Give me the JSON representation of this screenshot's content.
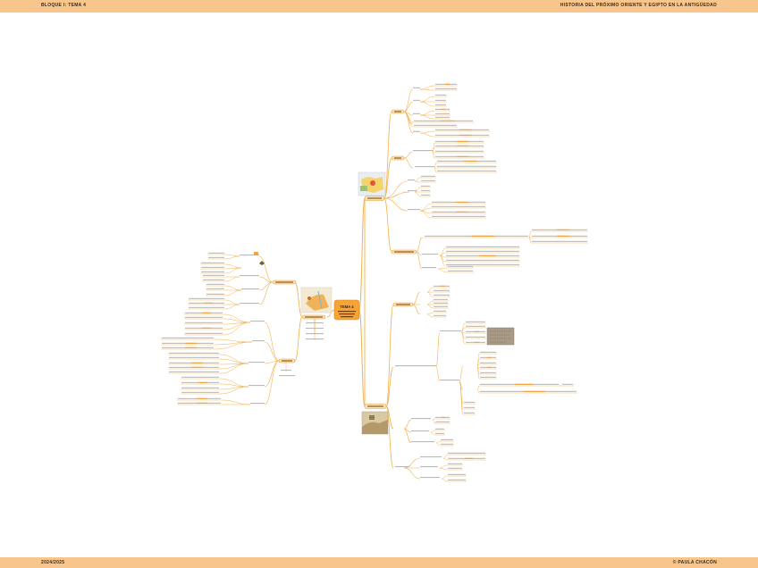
{
  "header": {
    "left": "BLOQUE I: TEMA 4",
    "right": "HISTORIA DEL PRÓXIMO ORIENTE Y EGIPTO EN LA ANTIGÜEDAD"
  },
  "footer": {
    "left": "2024/2025",
    "right": "© PAULA CHACÓN"
  },
  "central": {
    "title": "TEMA 4"
  },
  "colors": {
    "bar": "#f8c68c",
    "line": "#f4b04a",
    "node_fill": "#fde3b8",
    "node_border": "#e99a2e",
    "central_fill": "#f7a437",
    "text_lines": "#b9b9b9",
    "highlight": "#f6a13a"
  }
}
